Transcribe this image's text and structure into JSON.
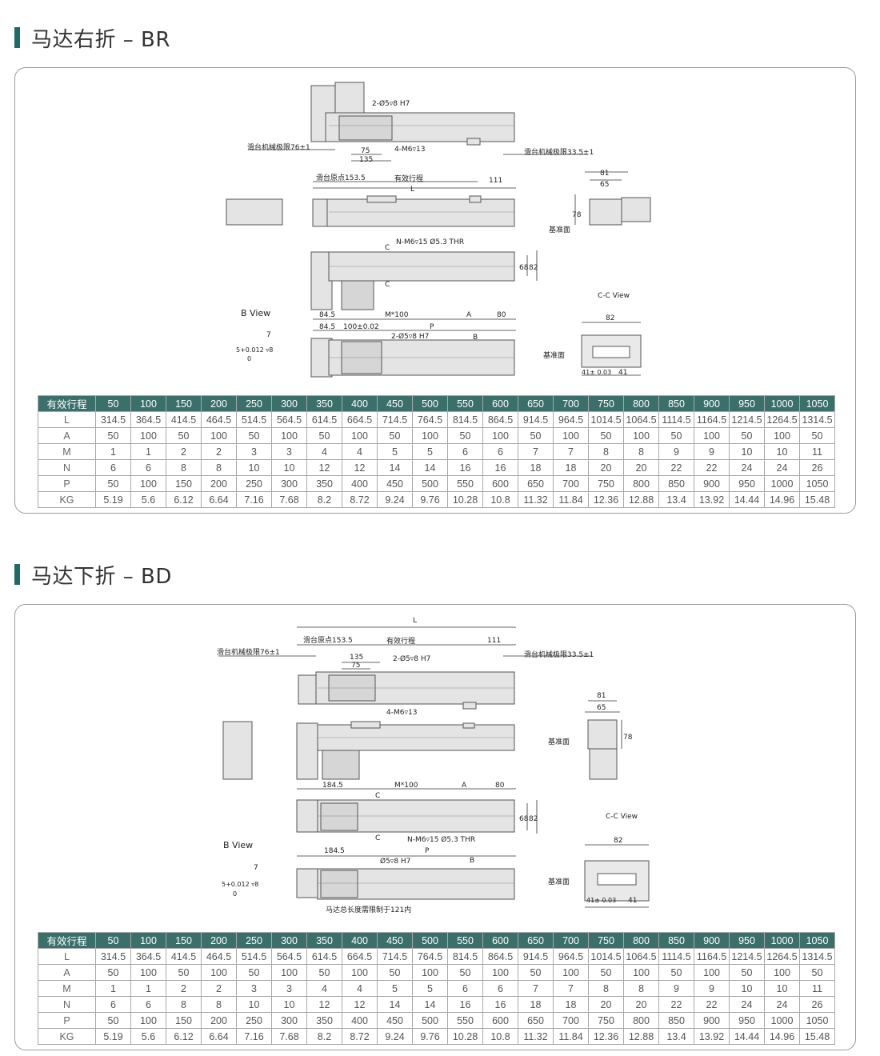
{
  "sections": [
    {
      "title": "马达右折 – BR",
      "drawing": {
        "labels": {
          "hole1": "2-Ø5▿8 H7",
          "tap": "4-M6▿13",
          "dim75": "75",
          "dim135": "135",
          "limit_left": "滑台机械极限76±1",
          "limit_right": "滑台机械极限33.5±1",
          "origin": "滑台原点153.5",
          "stroke": "有效行程",
          "dim111": "111",
          "L": "L",
          "dim81": "81",
          "dim65": "65",
          "dim78": "78",
          "datum": "基准面",
          "nm6": "N-M6▿15 Ø5.3 THR",
          "C1": "C",
          "C2": "C",
          "dim68": "68",
          "dim82v": "82",
          "bview": "B View",
          "dim84_1": "84.5",
          "m100": "M*100",
          "A": "A",
          "dim80": "80",
          "ccview": "C-C View",
          "dim82": "82",
          "dim7": "7",
          "tol": "5+0.012 ▿8",
          "tol0": "0",
          "dim84_2": "84.5",
          "dim100": "100±0.02",
          "P": "P",
          "hole2": "2-Ø5▿8 H7",
          "B": "B",
          "datum2": "基准面",
          "dim41a": "41± 0.03",
          "dim41b": "41"
        }
      },
      "table": {
        "header": [
          "有效行程",
          "50",
          "100",
          "150",
          "200",
          "250",
          "300",
          "350",
          "400",
          "450",
          "500",
          "550",
          "600",
          "650",
          "700",
          "750",
          "800",
          "850",
          "900",
          "950",
          "1000",
          "1050"
        ],
        "rows": [
          [
            "L",
            "314.5",
            "364.5",
            "414.5",
            "464.5",
            "514.5",
            "564.5",
            "614.5",
            "664.5",
            "714.5",
            "764.5",
            "814.5",
            "864.5",
            "914.5",
            "964.5",
            "1014.5",
            "1064.5",
            "1114.5",
            "1164.5",
            "1214.5",
            "1264.5",
            "1314.5"
          ],
          [
            "A",
            "50",
            "100",
            "50",
            "100",
            "50",
            "100",
            "50",
            "100",
            "50",
            "100",
            "50",
            "100",
            "50",
            "100",
            "50",
            "100",
            "50",
            "100",
            "50",
            "100",
            "50"
          ],
          [
            "M",
            "1",
            "1",
            "2",
            "2",
            "3",
            "3",
            "4",
            "4",
            "5",
            "5",
            "6",
            "6",
            "7",
            "7",
            "8",
            "8",
            "9",
            "9",
            "10",
            "10",
            "11"
          ],
          [
            "N",
            "6",
            "6",
            "8",
            "8",
            "10",
            "10",
            "12",
            "12",
            "14",
            "14",
            "16",
            "16",
            "18",
            "18",
            "20",
            "20",
            "22",
            "22",
            "24",
            "24",
            "26"
          ],
          [
            "P",
            "50",
            "100",
            "150",
            "200",
            "250",
            "300",
            "350",
            "400",
            "450",
            "500",
            "550",
            "600",
            "650",
            "700",
            "750",
            "800",
            "850",
            "900",
            "950",
            "1000",
            "1050"
          ],
          [
            "KG",
            "5.19",
            "5.6",
            "6.12",
            "6.64",
            "7.16",
            "7.68",
            "8.2",
            "8.72",
            "9.24",
            "9.76",
            "10.28",
            "10.8",
            "11.32",
            "11.84",
            "12.36",
            "12.88",
            "13.4",
            "13.92",
            "14.44",
            "14.96",
            "15.48"
          ]
        ]
      }
    },
    {
      "title": "马达下折 – BD",
      "drawing": {
        "labels": {
          "L": "L",
          "origin": "滑台原点153.5",
          "stroke": "有效行程",
          "dim111": "111",
          "limit_left": "滑台机械极限76±1",
          "limit_right": "滑台机械极限33.5±1",
          "dim135": "135",
          "dim75": "75",
          "hole1": "2-Ø5▿8 H7",
          "tap": "4-M6▿13",
          "dim81": "81",
          "dim65": "65",
          "dim78": "78",
          "datum": "基准面",
          "dim184_1": "184.5",
          "m100": "M*100",
          "A": "A",
          "dim80": "80",
          "C1": "C",
          "C2": "C",
          "dim68": "68",
          "dim82v": "82",
          "ccview": "C-C View",
          "nm6": "N-M6▿15 Ø5.3 THR",
          "bview": "B View",
          "dim82": "82",
          "dim184_2": "184.5",
          "P": "P",
          "hole2": "Ø5▿8 H7",
          "B": "B",
          "dim7": "7",
          "tol": "5+0.012 ▿8",
          "tol0": "0",
          "datum2": "基准面",
          "note": "马达总长度需限制于121内",
          "dim41a": "41± 0.03",
          "dim41b": "41"
        }
      },
      "table": {
        "header": [
          "有效行程",
          "50",
          "100",
          "150",
          "200",
          "250",
          "300",
          "350",
          "400",
          "450",
          "500",
          "550",
          "600",
          "650",
          "700",
          "750",
          "800",
          "850",
          "900",
          "950",
          "1000",
          "1050"
        ],
        "rows": [
          [
            "L",
            "314.5",
            "364.5",
            "414.5",
            "464.5",
            "514.5",
            "564.5",
            "614.5",
            "664.5",
            "714.5",
            "764.5",
            "814.5",
            "864.5",
            "914.5",
            "964.5",
            "1014.5",
            "1064.5",
            "1114.5",
            "1164.5",
            "1214.5",
            "1264.5",
            "1314.5"
          ],
          [
            "A",
            "50",
            "100",
            "50",
            "100",
            "50",
            "100",
            "50",
            "100",
            "50",
            "100",
            "50",
            "100",
            "50",
            "100",
            "50",
            "100",
            "50",
            "100",
            "50",
            "100",
            "50"
          ],
          [
            "M",
            "1",
            "1",
            "2",
            "2",
            "3",
            "3",
            "4",
            "4",
            "5",
            "5",
            "6",
            "6",
            "7",
            "7",
            "8",
            "8",
            "9",
            "9",
            "10",
            "10",
            "11"
          ],
          [
            "N",
            "6",
            "6",
            "8",
            "8",
            "10",
            "10",
            "12",
            "12",
            "14",
            "14",
            "16",
            "16",
            "18",
            "18",
            "20",
            "20",
            "22",
            "22",
            "24",
            "24",
            "26"
          ],
          [
            "P",
            "50",
            "100",
            "150",
            "200",
            "250",
            "300",
            "350",
            "400",
            "450",
            "500",
            "550",
            "600",
            "650",
            "700",
            "750",
            "800",
            "850",
            "900",
            "950",
            "1000",
            "1050"
          ],
          [
            "KG",
            "5.19",
            "5.6",
            "6.12",
            "6.64",
            "7.16",
            "7.68",
            "8.2",
            "8.72",
            "9.24",
            "9.76",
            "10.28",
            "10.8",
            "11.32",
            "11.84",
            "12.36",
            "12.88",
            "13.4",
            "13.92",
            "14.44",
            "14.96",
            "15.48"
          ]
        ]
      }
    }
  ],
  "colors": {
    "accent": "#1f6a64",
    "table_header": "#3a6f6a",
    "panel_border": "#9a9a9a",
    "part_fill": "#e4e4e4",
    "part_stroke": "#555555"
  }
}
